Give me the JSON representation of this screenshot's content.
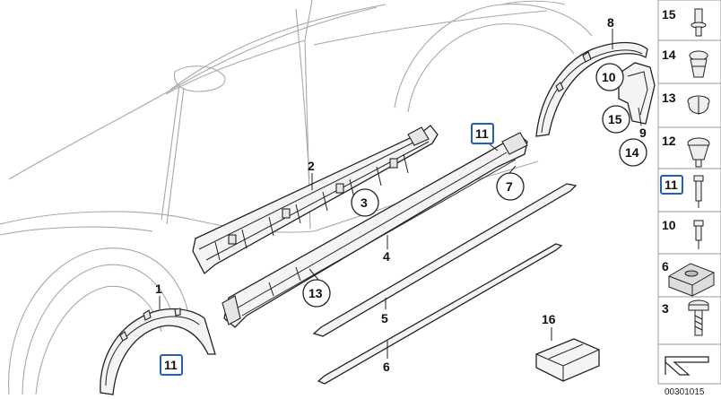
{
  "parts": {
    "p1": "1",
    "p2": "2",
    "p3": "3",
    "p4": "4",
    "p5": "5",
    "p6": "6",
    "p7": "7",
    "p8": "8",
    "p9": "9",
    "p10": "10",
    "p11": "11",
    "p13": "13",
    "p14": "14",
    "p15": "15",
    "p16": "16"
  },
  "sidebar": {
    "items": [
      "15",
      "14",
      "13",
      "12",
      "11",
      "10",
      "6",
      "3"
    ]
  },
  "footer": {
    "code": "00301015"
  },
  "colors": {
    "highlight_box": "#1f5fbf",
    "car_outline": "#a8a8a8",
    "line": "#222222"
  }
}
